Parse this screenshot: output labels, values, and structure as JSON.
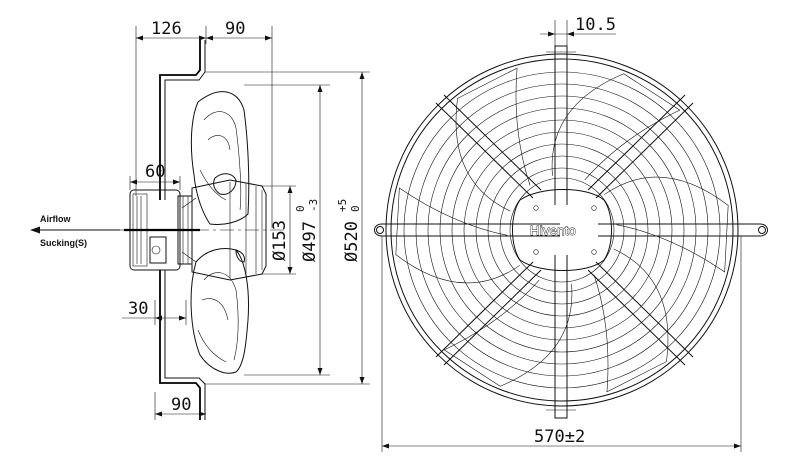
{
  "side_view": {
    "dimensions": {
      "top_left": "126",
      "top_right": "90",
      "hub_width": "60",
      "bottom_offset": "30",
      "bottom_width": "90"
    },
    "diameters": {
      "hub": "Ø153",
      "blade": "Ø497",
      "blade_tol_upper": "0",
      "blade_tol_lower": "-3",
      "ring": "Ø520",
      "ring_tol_upper": "+5",
      "ring_tol_lower": "0"
    },
    "airflow_label": "Airflow",
    "airflow_mode": "Sucking(S)"
  },
  "front_view": {
    "bracket_width": "10.5",
    "overall_width": "570±2",
    "brand": "Hivento"
  }
}
